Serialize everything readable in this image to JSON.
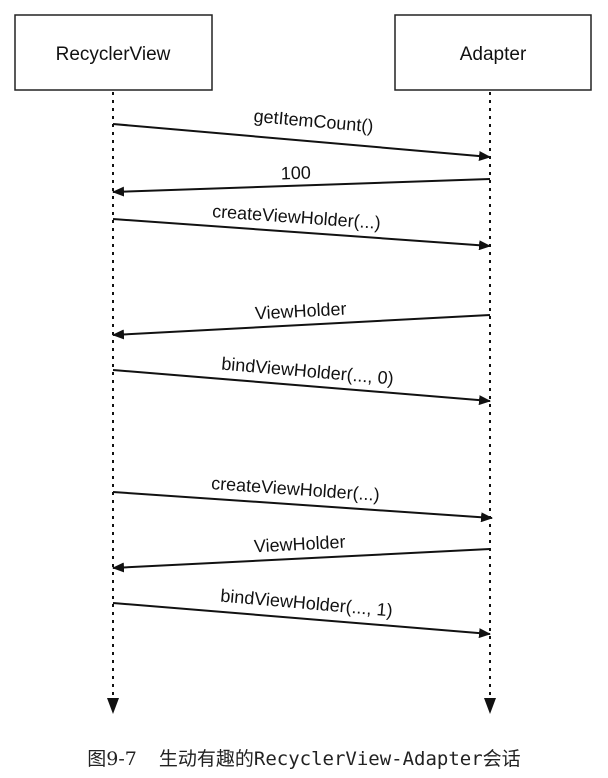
{
  "participants": [
    {
      "id": "recyclerview",
      "label": "RecyclerView"
    },
    {
      "id": "adapter",
      "label": "Adapter"
    }
  ],
  "messages": [
    {
      "label": "getItemCount()",
      "from": "recyclerview",
      "to": "adapter"
    },
    {
      "label": "100",
      "from": "adapter",
      "to": "recyclerview"
    },
    {
      "label": "createViewHolder(...)",
      "from": "recyclerview",
      "to": "adapter"
    },
    {
      "label": "ViewHolder",
      "from": "adapter",
      "to": "recyclerview"
    },
    {
      "label": "bindViewHolder(..., 0)",
      "from": "recyclerview",
      "to": "adapter"
    },
    {
      "label": "createViewHolder(...)",
      "from": "recyclerview",
      "to": "adapter"
    },
    {
      "label": "ViewHolder",
      "from": "adapter",
      "to": "recyclerview"
    },
    {
      "label": "bindViewHolder(..., 1)",
      "from": "recyclerview",
      "to": "adapter"
    }
  ],
  "caption": {
    "number": "图9-7",
    "text": "生动有趣的RecyclerView-Adapter会话"
  },
  "colors": {
    "line": "#111111",
    "box_border": "#222222"
  }
}
